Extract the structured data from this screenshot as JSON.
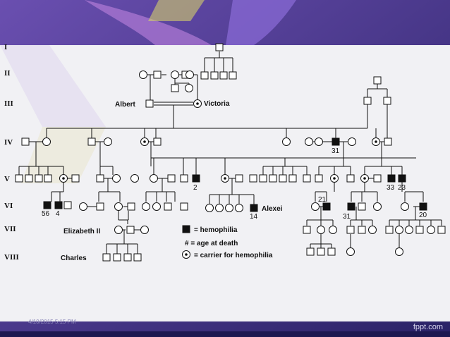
{
  "generations": [
    "I",
    "II",
    "III",
    "IV",
    "V",
    "VI",
    "VII",
    "VIII"
  ],
  "names": {
    "albert": "Albert",
    "victoria": "Victoria",
    "alexei": "Alexei",
    "elizabeth": "Elizabeth II",
    "charles": "Charles"
  },
  "ages": {
    "iv_31": "31",
    "v_2": "2",
    "v_33": "33",
    "v_23": "23",
    "vi_56": "56",
    "vi_4": "4",
    "vi_21": "21",
    "vi_31": "31",
    "vi_14": "14",
    "vi_20": "20"
  },
  "legend": {
    "hemophilia": "= hemophilia",
    "age_at_death": "# = age at death",
    "carrier": "= carrier for hemophilia"
  },
  "footer": {
    "date": "4/10/2015 5:15 PM",
    "brand": "fppt.com"
  },
  "colors": {
    "slide_background": "#f1f1f4",
    "frame_background": "#2f2a6a",
    "affected": "#111111",
    "unaffected": "#ffffff"
  }
}
